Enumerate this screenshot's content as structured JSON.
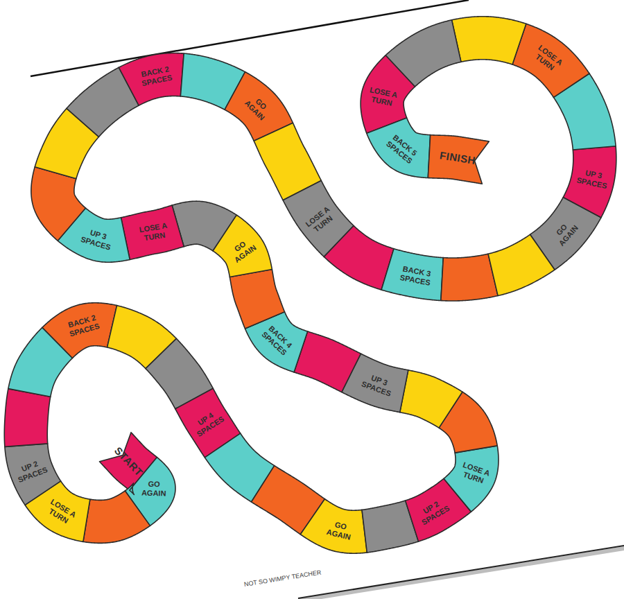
{
  "diagram": {
    "nodes": [
      {
        "text": [
          "START"
        ]
      },
      {
        "text": [
          "GO AGAIN"
        ]
      },
      {
        "text": [
          "LOSE A TURN"
        ]
      },
      {
        "text": [
          "UP 2 SPACES"
        ]
      },
      {
        "text": [
          "BACK 2 SPACES"
        ]
      },
      {
        "text": [
          "UP 4 SPACES"
        ]
      },
      {
        "text": [
          "GO AGAIN"
        ]
      },
      {
        "text": [
          "UP 2 SPACES"
        ]
      },
      {
        "text": [
          "LOSE A TURN"
        ]
      },
      {
        "text": [
          "UP 3 SPACES"
        ]
      },
      {
        "text": [
          "BACK 4 SPACES"
        ]
      },
      {
        "text": [
          "GO AGAIN"
        ]
      },
      {
        "text": [
          "LOSE A TURN"
        ]
      },
      {
        "text": [
          "UP 3 SPACES"
        ]
      },
      {
        "text": [
          "BACK 2 SPACES"
        ]
      },
      {
        "text": [
          "GO AGAIN"
        ]
      },
      {
        "text": [
          "LOSE A TURN"
        ]
      },
      {
        "text": [
          "BACK 3 SPACES"
        ]
      },
      {
        "text": [
          "GO AGAIN"
        ]
      },
      {
        "text": [
          "UP 3 SPACES"
        ]
      },
      {
        "text": [
          "LOSE A TURN"
        ]
      },
      {
        "text": [
          "LOSE A TURN"
        ]
      },
      {
        "text": [
          "BACK 5 SPACES"
        ]
      },
      {
        "text": [
          "FINISH"
        ]
      }
    ],
    "labels": [
      "NOT SO WIMPY TEACHER"
    ]
  }
}
